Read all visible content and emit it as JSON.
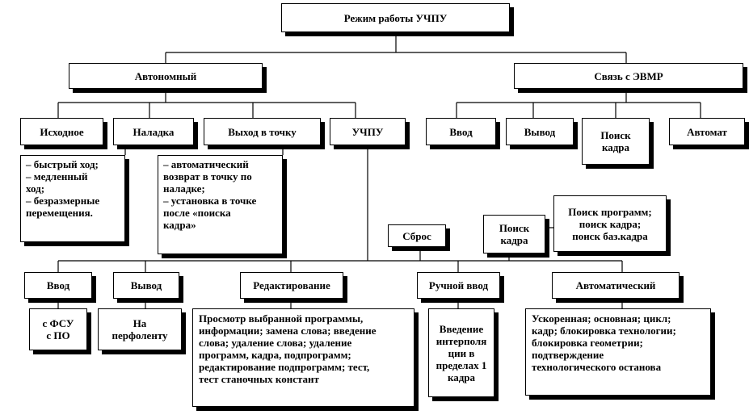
{
  "root": "Режим работы УЧПУ",
  "level1": {
    "autonomous": "Автономный",
    "computer_link": "Связь с ЭВМР"
  },
  "autonomous_children": {
    "initial": "Исходное",
    "setup": "Наладка",
    "goto_point": "Выход в точку",
    "uchpu": "УЧПУ"
  },
  "link_children": {
    "input": "Ввод",
    "output": "Вывод",
    "frame_search": [
      "Поиск",
      "кадра"
    ],
    "auto": "Автомат"
  },
  "setup_details": [
    "– быстрый ход;",
    "– медленный",
    "ход;",
    "– безразмерные",
    "перемещения."
  ],
  "goto_details": [
    "– автоматический",
    "возврат в точку по",
    "наладке;",
    "– установка в точке",
    "после «поиска",
    "кадра»"
  ],
  "uchpu_side": {
    "reset": "Сброс",
    "search": [
      "Поиск",
      "кадра"
    ],
    "search_details": [
      "Поиск программ;",
      "поиск кадра;",
      "поиск баз.кадра"
    ]
  },
  "uchpu_children": {
    "input": "Ввод",
    "output": "Вывод",
    "editing": "Редактирование",
    "manual_input": "Ручной ввод",
    "automatic": "Автоматический"
  },
  "uchpu_details": {
    "input": [
      "с ФСУ",
      "с ПО"
    ],
    "output": [
      "На",
      "перфоленту"
    ],
    "editing": [
      "Просмотр выбранной программы,",
      "информации; замена слова; введение",
      "слова; удаление слова; удаление",
      "программ, кадра, подпрограмм;",
      "редактирование подпрограмм; тест,",
      "тест станочных констант"
    ],
    "manual_input": [
      "Введение",
      "интерполя",
      "ции в",
      "пределах 1",
      "кадра"
    ],
    "automatic": [
      "Ускоренная; основная; цикл;",
      "кадр; блокировка технологии;",
      "блокировка геометрии;",
      "подтверждение",
      "технологического останова"
    ]
  }
}
